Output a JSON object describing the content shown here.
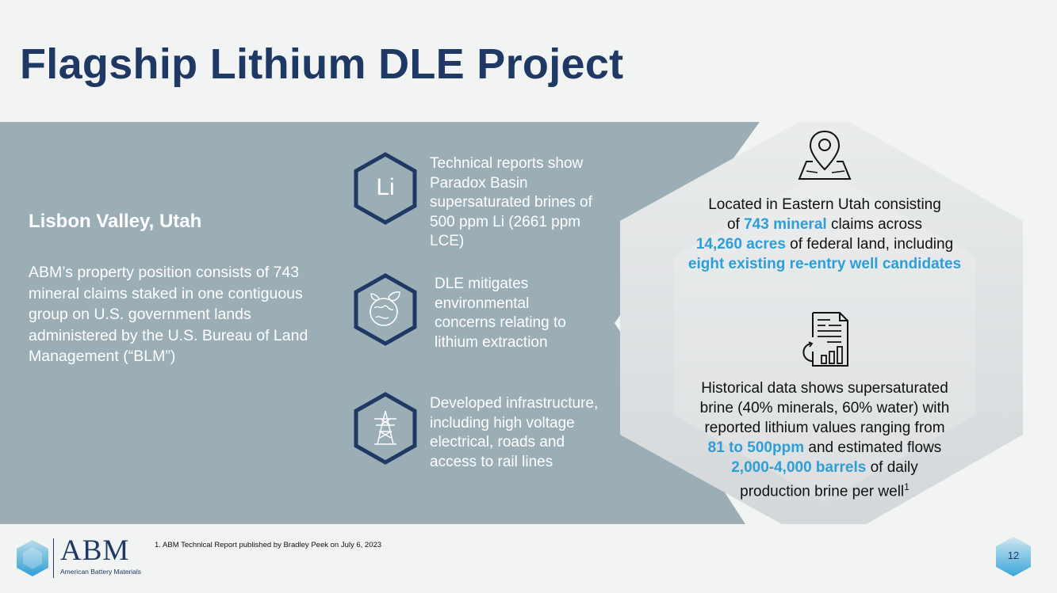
{
  "page": {
    "title": "Flagship Lithium DLE Project",
    "page_number": "12"
  },
  "left": {
    "heading": "Lisbon Valley, Utah",
    "body": "ABM’s property position consists of 743 mineral claims staked in one contiguous group on U.S. government lands administered by the U.S. Bureau of Land Management (“BLM”)"
  },
  "points": [
    {
      "icon": "lithium-element-icon",
      "icon_text": "Li",
      "text": "Technical reports show Paradox Basin supersaturated brines of 500 ppm Li (2661 ppm LCE)"
    },
    {
      "icon": "eco-globe-icon",
      "text": "DLE mitigates environmental concerns relating to lithium extraction"
    },
    {
      "icon": "power-tower-icon",
      "text": "Developed infrastructure, including high  voltage electrical, roads and access to rail lines"
    }
  ],
  "location_block": {
    "icon": "map-pin-icon",
    "l1": "Located in Eastern Utah consisting",
    "l2a": "of ",
    "l2b": "743 mineral",
    "l2c": " claims across",
    "l3a": "14,260 acres",
    "l3b": " of federal land, including",
    "l4": "eight existing re-entry well candidates"
  },
  "data_block": {
    "icon": "report-chart-icon",
    "l1": "Historical data shows supersaturated",
    "l2": "brine (40% minerals, 60% water) with",
    "l3": "reported lithium values ranging from",
    "l4a": "81 to 500ppm",
    "l4b": " and estimated flows",
    "l5a": "2,000-4,000 barrels",
    "l5b": " of daily",
    "l6": "production brine per well",
    "sup": "1"
  },
  "footnote": "1. ABM Technical Report published by Bradley Peek on July 6, 2023",
  "logo": {
    "name": "ABM",
    "subtitle": "American Battery Materials"
  },
  "colors": {
    "title": "#1f3864",
    "band": "#9badb5",
    "highlight": "#2e9ed6",
    "hex_border": "#1f3864",
    "background": "#f2f3f3"
  }
}
